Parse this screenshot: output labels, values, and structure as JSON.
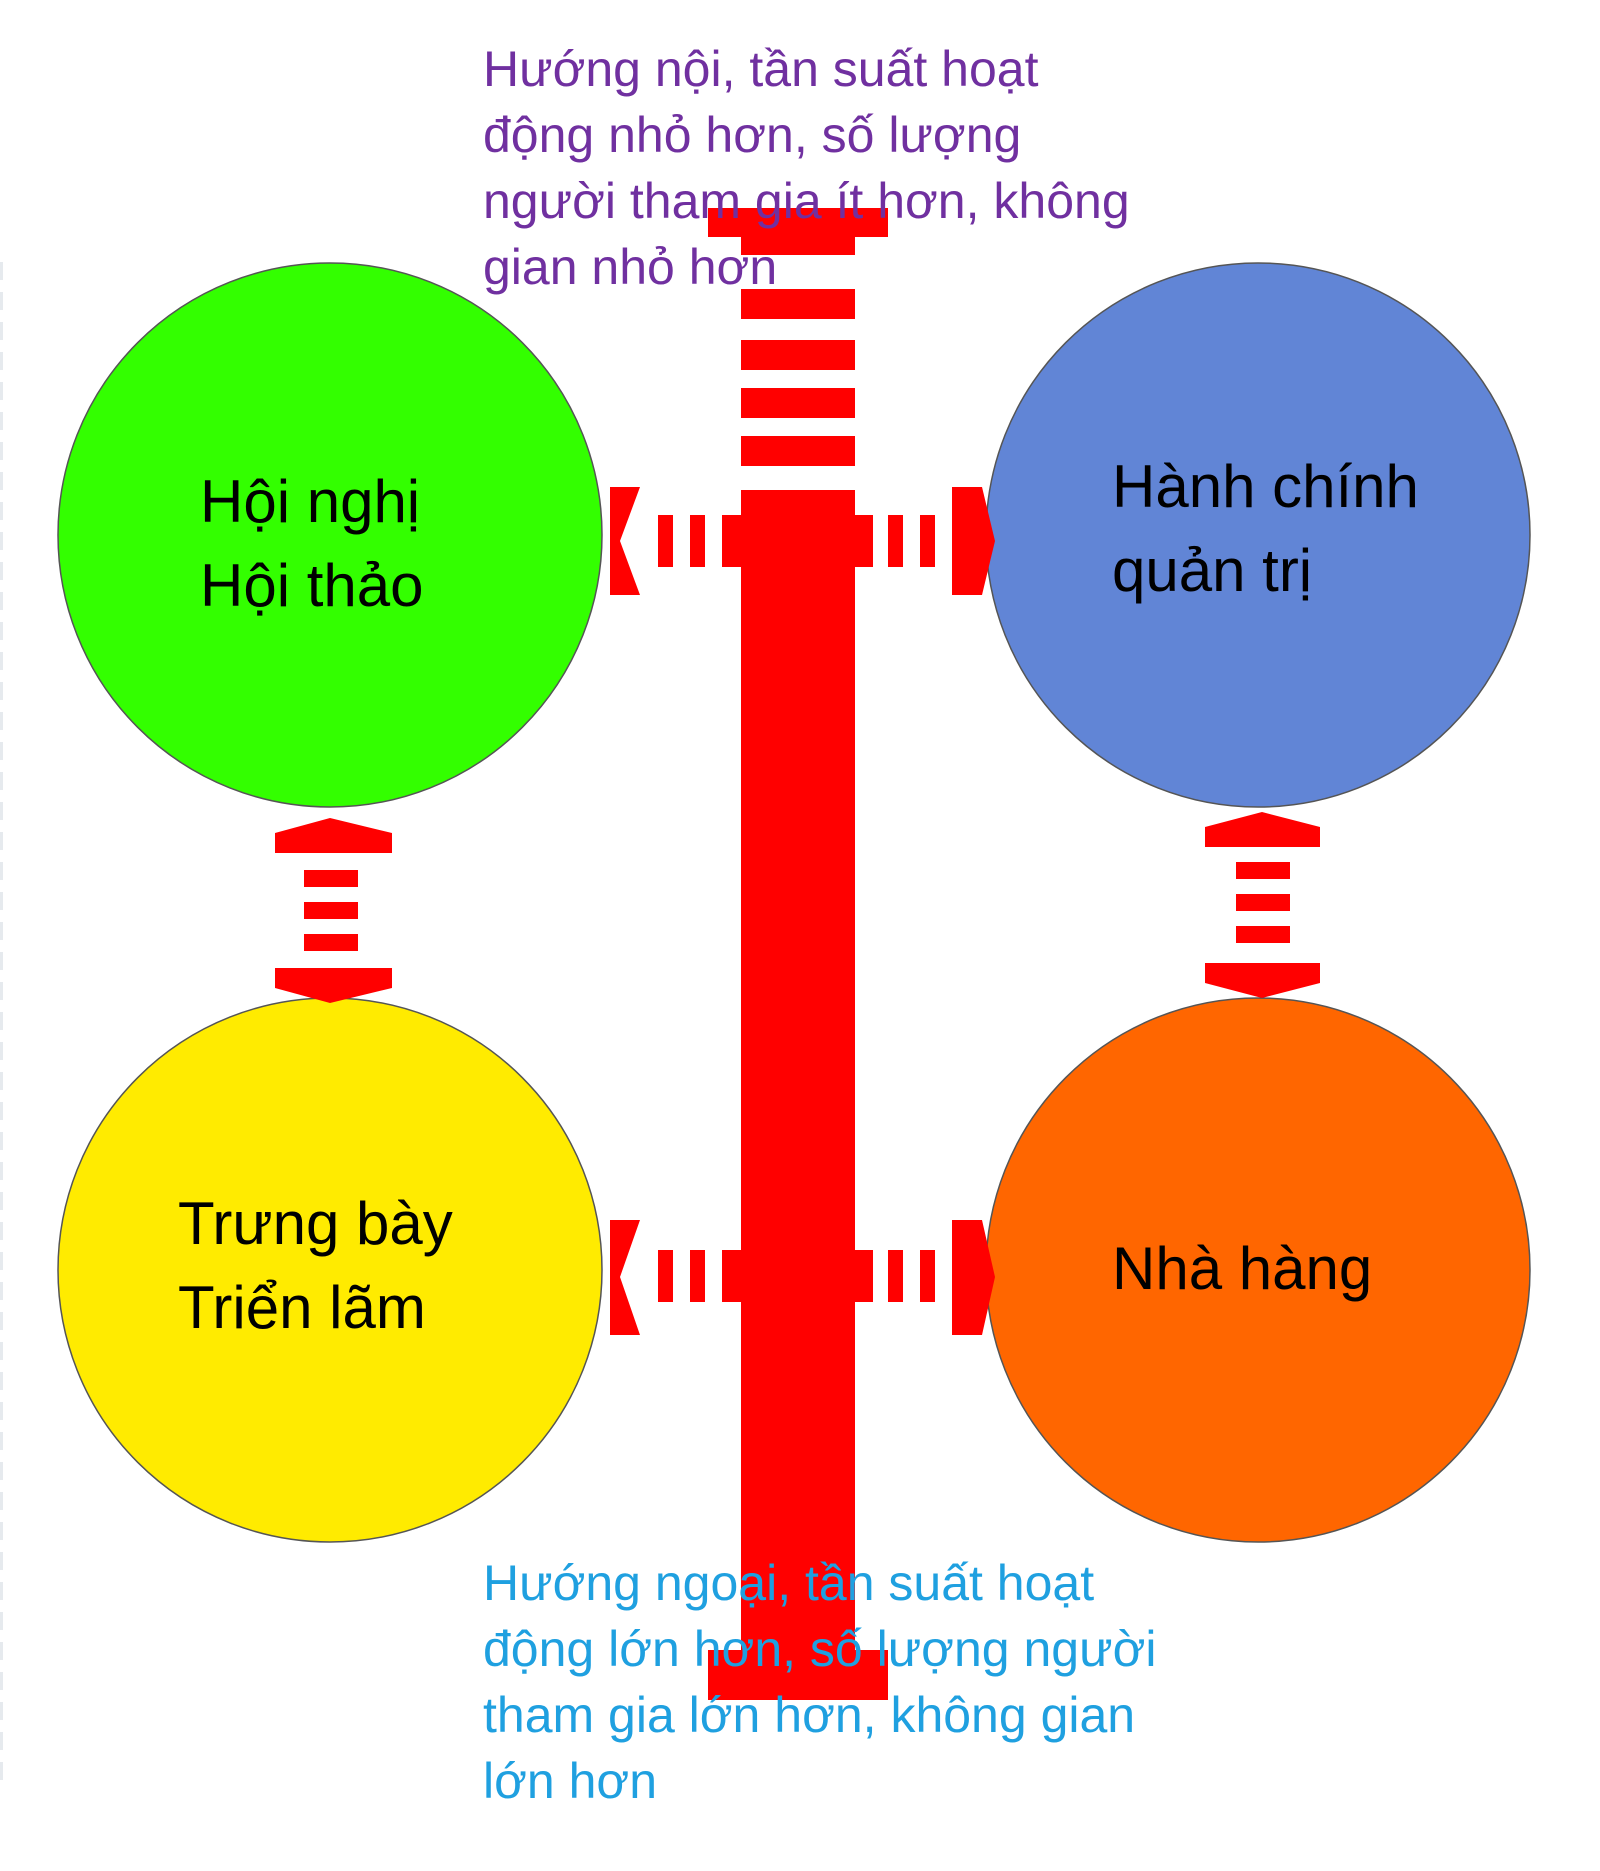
{
  "colors": {
    "arrow": "#ff0000",
    "green": "#33ff00",
    "blue": "#6185d6",
    "yellow": "#ffeb00",
    "orange": "#ff6600",
    "top_caption": "#7030a0",
    "bottom_caption": "#1fa0e0",
    "label_text": "#000000"
  },
  "nodes": {
    "hoi_nghi": {
      "line1": "Hội nghị",
      "line2": "Hội thảo"
    },
    "hanh_chinh": {
      "line1": "Hành chính",
      "line2": "quản trị"
    },
    "trung_bay": {
      "line1": "Trưng bày",
      "line2": "Triển lãm"
    },
    "nha_hang": {
      "line1": "Nhà hàng"
    }
  },
  "captions": {
    "top": {
      "lines": [
        "Hướng nội, tần suất hoạt",
        "động nhỏ hơn, số lượng",
        "người tham gia ít hơn, không",
        "gian nhỏ hơn"
      ]
    },
    "bottom": {
      "lines": [
        "Hướng ngoại, tần suất hoạt",
        "động lớn hơn, số lượng người",
        "tham gia lớn hơn, không gian",
        "lớn hơn"
      ]
    }
  }
}
